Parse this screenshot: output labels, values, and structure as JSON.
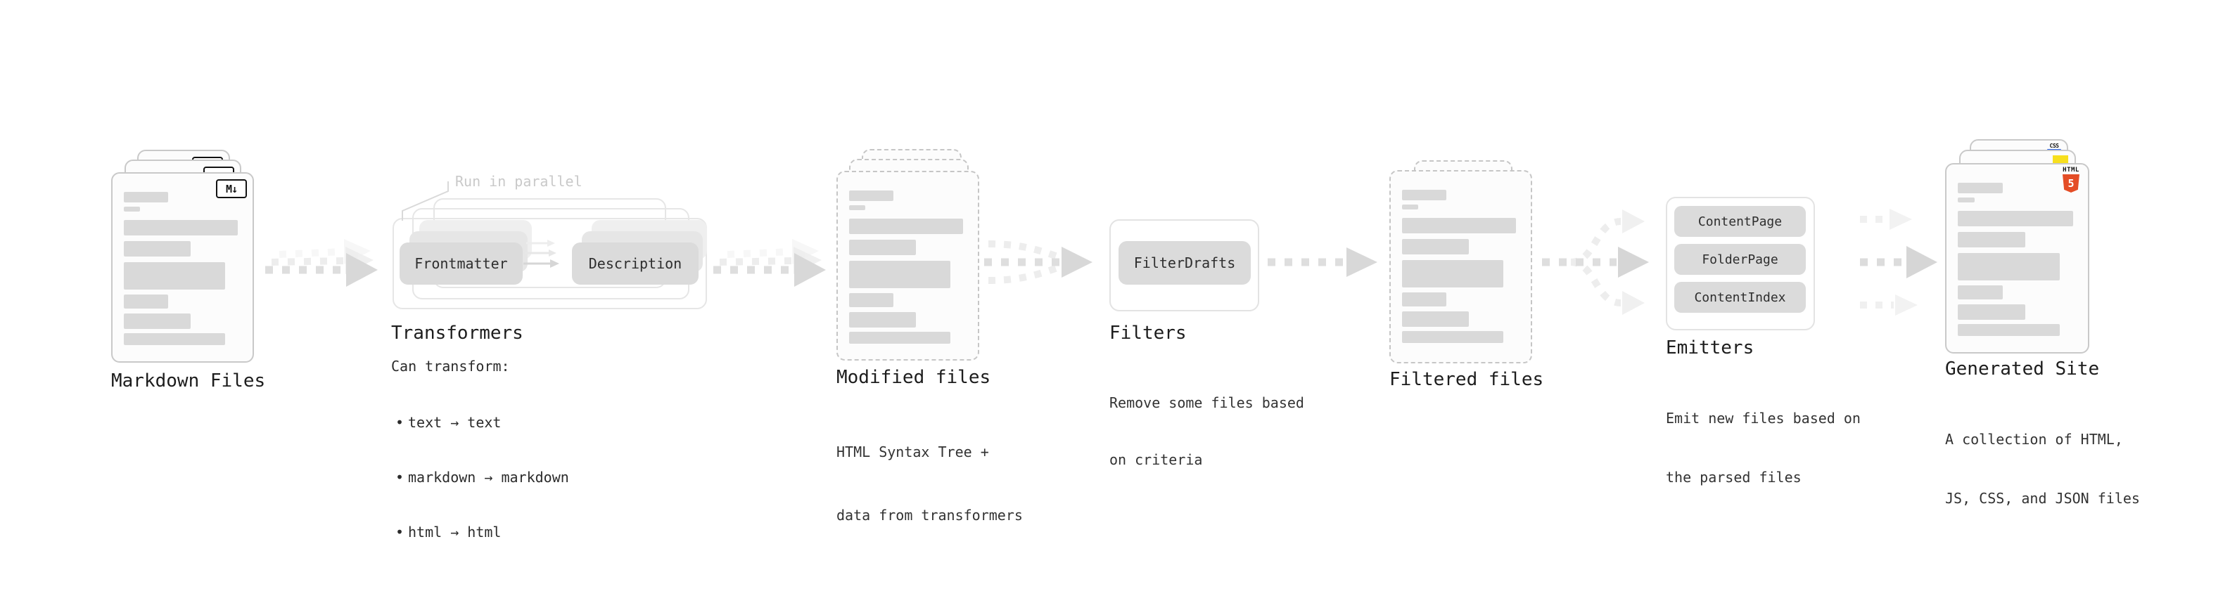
{
  "stages": {
    "markdown_files": {
      "label": "Markdown Files",
      "badge": "M↓"
    },
    "transformers": {
      "label": "Transformers",
      "annotation": "Run in parallel",
      "pill_frontmatter": "Frontmatter",
      "pill_description": "Description",
      "note_title": "Can transform:",
      "bullet_marker": "•",
      "bullets": [
        "text → text",
        "markdown → markdown",
        "html → html"
      ]
    },
    "modified_files": {
      "label": "Modified files",
      "desc": [
        "HTML Syntax Tree +",
        "data from transformers"
      ]
    },
    "filters": {
      "label": "Filters",
      "pill": "FilterDrafts",
      "desc": [
        "Remove some files based",
        "on criteria"
      ]
    },
    "filtered_files": {
      "label": "Filtered files"
    },
    "emitters": {
      "label": "Emitters",
      "pills": [
        "ContentPage",
        "FolderPage",
        "ContentIndex"
      ],
      "desc": [
        "Emit new files based on",
        "the parsed files"
      ]
    },
    "generated_site": {
      "label": "Generated Site",
      "desc": [
        "A collection of HTML,",
        "JS, CSS, and JSON files"
      ],
      "badge_css": "CSS",
      "badge_html_word": "HTML",
      "badge_html_number": "5"
    }
  },
  "colors": {
    "html5_orange": "#e44d26",
    "js_yellow": "#f7df1e",
    "css_blue": "#2b63e8",
    "card_border": "#c9c9c9",
    "placeholder_gray": "#d9d9d9"
  }
}
